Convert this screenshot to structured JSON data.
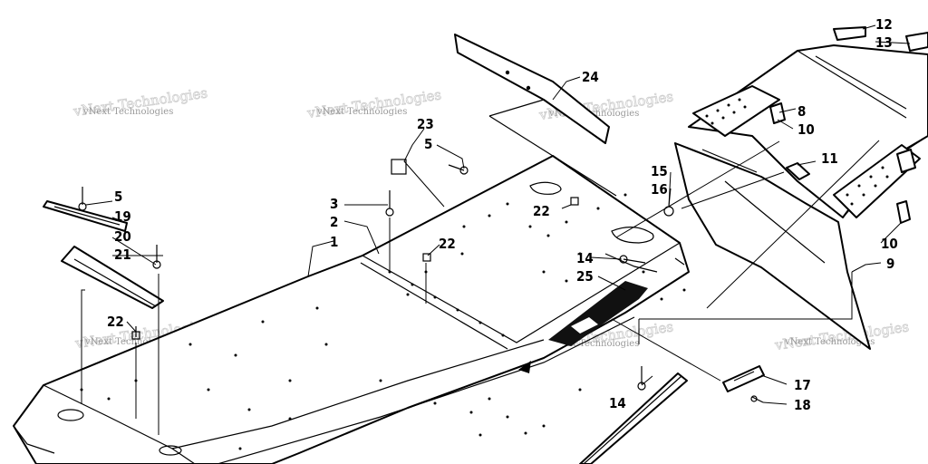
{
  "watermark": {
    "text": "vNext Technologies"
  },
  "callouts": [
    {
      "id": "c1",
      "label": "1"
    },
    {
      "id": "c2",
      "label": "2"
    },
    {
      "id": "c3",
      "label": "3"
    },
    {
      "id": "c5a",
      "label": "5"
    },
    {
      "id": "c5b",
      "label": "5"
    },
    {
      "id": "c8",
      "label": "8"
    },
    {
      "id": "c9",
      "label": "9"
    },
    {
      "id": "c10a",
      "label": "10"
    },
    {
      "id": "c10b",
      "label": "10"
    },
    {
      "id": "c11",
      "label": "11"
    },
    {
      "id": "c12",
      "label": "12"
    },
    {
      "id": "c13",
      "label": "13"
    },
    {
      "id": "c14a",
      "label": "14"
    },
    {
      "id": "c14b",
      "label": "14"
    },
    {
      "id": "c15",
      "label": "15"
    },
    {
      "id": "c16",
      "label": "16"
    },
    {
      "id": "c17",
      "label": "17"
    },
    {
      "id": "c18",
      "label": "18"
    },
    {
      "id": "c19",
      "label": "19"
    },
    {
      "id": "c20",
      "label": "20"
    },
    {
      "id": "c21",
      "label": "21"
    },
    {
      "id": "c22a",
      "label": "22"
    },
    {
      "id": "c22b",
      "label": "22"
    },
    {
      "id": "c22c",
      "label": "22"
    },
    {
      "id": "c23",
      "label": "23"
    },
    {
      "id": "c24",
      "label": "24"
    },
    {
      "id": "c25",
      "label": "25"
    }
  ]
}
